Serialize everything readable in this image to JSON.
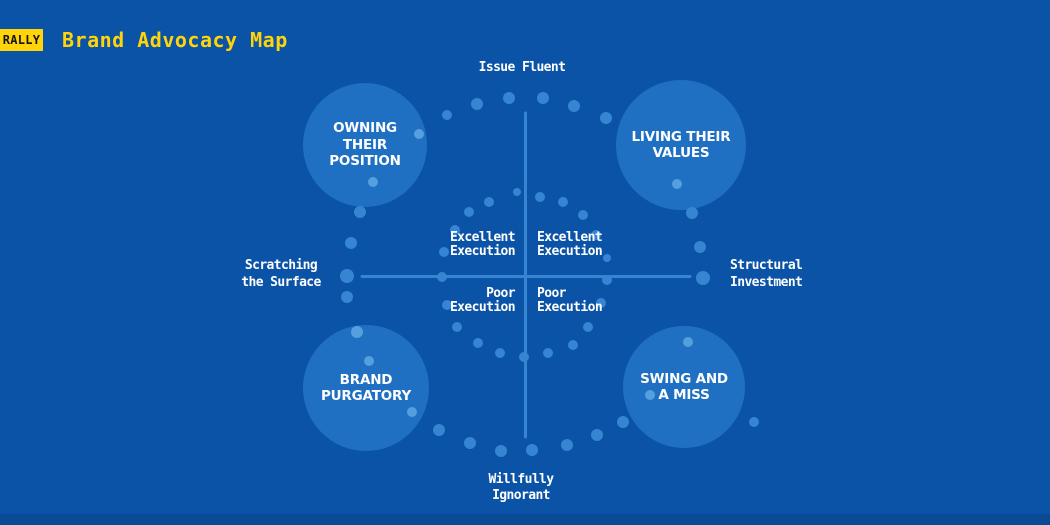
{
  "header": {
    "logo_text": "RALLY",
    "title": "Brand Advocacy Map"
  },
  "axes": {
    "top": "Issue Fluent",
    "bottom": "Willfully\nIgnorant",
    "left": "Scratching\nthe Surface",
    "right": "Structural\nInvestment"
  },
  "quadrants": [
    {
      "position": "top-left",
      "label": "OWNING\nTHEIR\nPOSITION"
    },
    {
      "position": "top-right",
      "label": "LIVING THEIR\nVALUES"
    },
    {
      "position": "bottom-left",
      "label": "BRAND\nPURGATORY"
    },
    {
      "position": "bottom-right",
      "label": "SWING AND\nA MISS"
    }
  ],
  "execution_labels": {
    "upper_left": "Excellent\nExecution",
    "upper_right": "Excellent\nExecution",
    "lower_left": "Poor\nExecution",
    "lower_right": "Poor\nExecution"
  },
  "colors": {
    "background": "#0b53a6",
    "panel_bottom": "#0a4a94",
    "quadrant_circle": "#1f70c2",
    "dot": "#3585d2",
    "dot_light": "#55a0dc",
    "axis_line": "#3585d2",
    "accent_yellow": "#ffd40a",
    "badge_text": "#151515",
    "text_white": "#ffffff"
  },
  "decor": {
    "dots": {
      "outer_ring": [
        [
          447,
          115,
          5
        ],
        [
          477,
          104,
          6
        ],
        [
          509,
          98,
          6
        ],
        [
          543,
          98,
          6
        ],
        [
          574,
          106,
          6
        ],
        [
          606,
          118,
          6
        ],
        [
          419,
          134,
          5,
          1
        ],
        [
          373,
          182,
          5,
          1
        ],
        [
          360,
          212,
          6
        ],
        [
          351,
          243,
          6
        ],
        [
          347,
          276,
          7
        ],
        [
          347,
          297,
          6
        ],
        [
          357,
          332,
          6,
          1
        ],
        [
          369,
          361,
          5,
          1
        ],
        [
          412,
          412,
          5,
          1
        ],
        [
          439,
          430,
          6
        ],
        [
          470,
          443,
          6
        ],
        [
          501,
          451,
          6
        ],
        [
          532,
          450,
          6
        ],
        [
          567,
          445,
          6
        ],
        [
          597,
          435,
          6
        ],
        [
          623,
          422,
          6
        ],
        [
          650,
          395,
          5,
          1
        ],
        [
          688,
          342,
          5,
          1
        ],
        [
          703,
          278,
          7
        ],
        [
          700,
          247,
          6
        ],
        [
          692,
          213,
          6
        ],
        [
          677,
          184,
          5,
          1
        ]
      ],
      "inner_ring": [
        [
          517,
          192,
          4
        ],
        [
          540,
          197,
          5
        ],
        [
          563,
          202,
          5
        ],
        [
          583,
          215,
          5
        ],
        [
          596,
          235,
          5
        ],
        [
          607,
          258,
          4
        ],
        [
          607,
          280,
          5
        ],
        [
          601,
          303,
          5
        ],
        [
          588,
          327,
          5
        ],
        [
          573,
          345,
          5
        ],
        [
          548,
          353,
          5
        ],
        [
          524,
          357,
          5
        ],
        [
          500,
          353,
          5
        ],
        [
          478,
          343,
          5
        ],
        [
          457,
          327,
          5
        ],
        [
          447,
          305,
          5
        ],
        [
          442,
          277,
          5
        ],
        [
          444,
          252,
          5
        ],
        [
          455,
          230,
          5
        ],
        [
          469,
          212,
          5
        ],
        [
          489,
          202,
          5
        ]
      ],
      "stray": [
        [
          754,
          422,
          5
        ]
      ]
    }
  }
}
